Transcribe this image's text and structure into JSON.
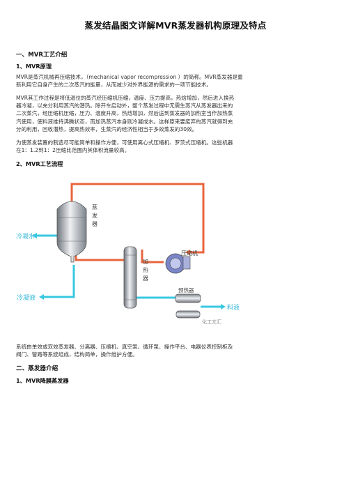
{
  "doc": {
    "title": "蒸发结晶图文详解MVR蒸发器机构原理及特点",
    "section1": {
      "heading": "一、MVR工艺介绍",
      "sub1": "1、MVR原理",
      "para1": [
        "MVR是蒸汽机械再压缩技术，（mechanical vapor recompression ）的简称。MVR蒸发器是重",
        "新利用它自身产生的二次蒸汽的能量，从而减少对外界能源的需求的一项节能技术。"
      ],
      "para2": [
        "MVR其工作过程是将低温位的蒸汽经压缩机压缩，温度、压力提高，热焓增加，然后进入换热",
        "器冷凝，以充分利用蒸汽的潜热。除开车启动外，整个蒸发过程中无需生蒸汽从蒸发器出来的",
        "二次蒸汽，经压缩机压缩，压力、温度升高，热焓增加，然后送到蒸发器的加热室当作加热蒸",
        "汽使用，使料液维持沸腾状态，而加热蒸汽本身则冷凝成水。这样原来要废弃的蒸汽就得到充",
        "分的利用，回收潜热，提高热效率，生蒸汽的经济性相当于多效蒸发的30效。"
      ],
      "para3": [
        "为使蒸发装置的制造尽可能简单和操作方便，可使用离心式压缩机、罗茨式压缩机。这些机器",
        "在1：1.2到1：2压缩比范围内其体积流量较高。"
      ],
      "sub2": "2、MVR工艺流程",
      "para4": [
        "系统由单效或双效蒸发器、分离器、压缩机、真空泵、循环泵、操作平台、电器仪表控制柜及",
        "阀门、管路等系统组成，结构简单，操作维护方便。"
      ]
    },
    "section2": {
      "heading": "二、蒸发器介绍",
      "sub1": "1、MVR降膜蒸发器"
    }
  },
  "diagram": {
    "labels": {
      "cold_water": "冷凝水",
      "evaporator": [
        "蒸",
        "发",
        "器"
      ],
      "heater": [
        "加",
        "热",
        "器"
      ],
      "compressor": "压缩机",
      "condensate": "冷凝液",
      "preheater": "预热器",
      "feed": "料液",
      "watermark": "化工文汇"
    },
    "colors": {
      "steam": "#e8643c",
      "water": "#38c8e0",
      "vessel": "#9aa0a8",
      "compressor": "#7a86c8"
    }
  }
}
